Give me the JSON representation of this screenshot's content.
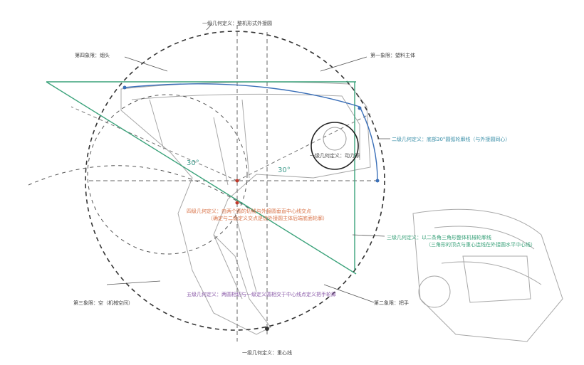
{
  "labels": {
    "level1_outer_circle": "一级几何定义：整机形式外接圆",
    "quadrant4": "第四象限：烟头",
    "quadrant1": "第一象限：塑料主体",
    "level2_arc": "二级几何定义：底部30°圆弧轮廓线（与外接圆同心）",
    "level1_power": "一级几何定义：动力源",
    "angle_left": "30°",
    "angle_right": "30°",
    "level4_line1": "四级几何定义：由两个圆的切线与外接圆垂直中心线交点",
    "level4_line2": "（确定与二级定义交点是该外接圆主体后端底面轮廓）",
    "level3_line1": "三级几何定义：以二条角三角形整体机械轮廓线",
    "level3_line2": "（三角形的顶点与重心连线在外接圆水平中心线）",
    "level5": "五级几何定义：两圆相切与一级定义圆相交于中心线点定义把手轮廓",
    "quadrant3": "第三象限：空（机械空间）",
    "quadrant2": "第二象限：把手",
    "level1_gravity": "一级几何定义：重心线"
  },
  "colors": {
    "dashed": "#333333",
    "green": "#3aa27a",
    "blue": "#3a6fb8",
    "red": "#c0392b",
    "sketch": "#9a9a9a"
  }
}
